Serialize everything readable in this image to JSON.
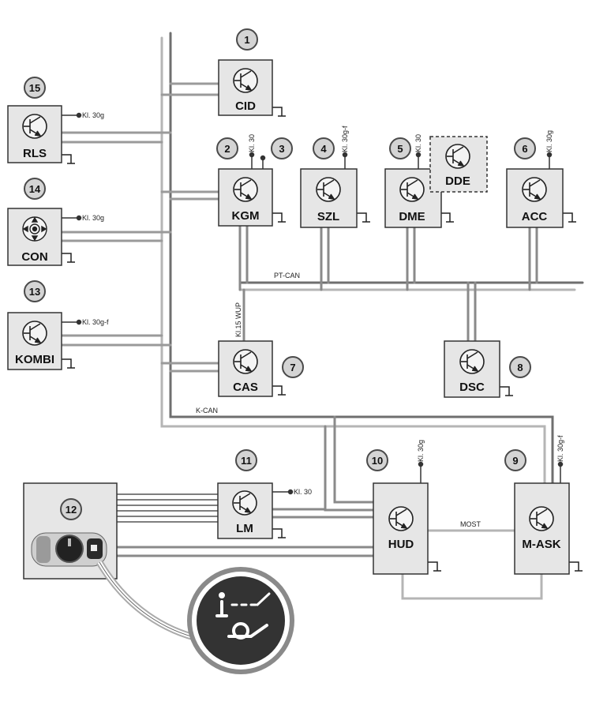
{
  "colors": {
    "box_fill": "#e6e6e6",
    "wire_light": "#b5b5b5",
    "wire_dark": "#6f6f6f",
    "badge_dark": "#4a4a4a",
    "icon_bg": "#333333"
  },
  "modules": {
    "cid": {
      "label": "CID",
      "num": "1"
    },
    "kgm": {
      "label": "KGM",
      "num": "2"
    },
    "szl": {
      "label": "SZL",
      "num": "4"
    },
    "dme": {
      "label": "DME",
      "num": "5"
    },
    "dde": {
      "label": "DDE"
    },
    "acc": {
      "label": "ACC",
      "num": "6"
    },
    "cas": {
      "label": "CAS",
      "num": "7"
    },
    "dsc": {
      "label": "DSC",
      "num": "8"
    },
    "mask": {
      "label": "M-ASK",
      "num": "9"
    },
    "hud": {
      "label": "HUD",
      "num": "10"
    },
    "lm": {
      "label": "LM",
      "num": "11"
    },
    "switch": {
      "num": "12"
    },
    "kombi": {
      "label": "KOMBI",
      "num": "13"
    },
    "con": {
      "label": "CON",
      "num": "14"
    },
    "rls": {
      "label": "RLS",
      "num": "15"
    }
  },
  "badge3": "3",
  "terminals": {
    "kgm": "Kl. 30",
    "szl": "Kl. 30g-f",
    "dme": "Kl. 30",
    "acc": "Kl. 30g",
    "rls": "Kl. 30g",
    "con": "Kl. 30g",
    "kombi": "Kl. 30g-f",
    "lm": "Kl. 30",
    "hud": "Kl. 30g",
    "mask": "Kl. 30g-f",
    "cas": "Kl.15 WUP"
  },
  "buses": {
    "pt_can": "PT-CAN",
    "k_can": "K-CAN",
    "most": "MOST"
  }
}
